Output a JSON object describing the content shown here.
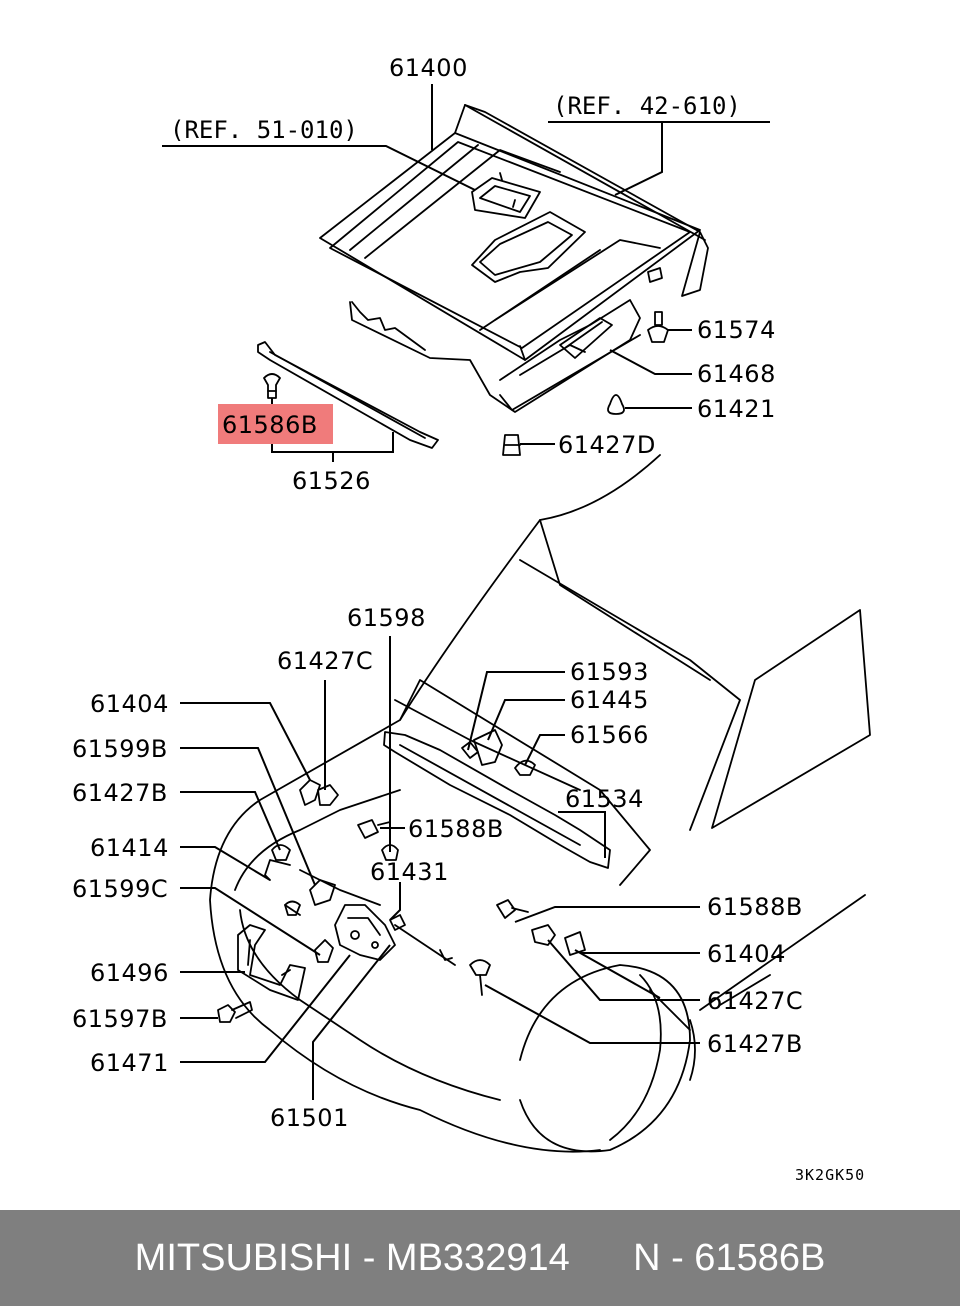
{
  "ref_labels": {
    "ref_51": "(REF. 51-010)",
    "ref_42": "(REF. 42-610)"
  },
  "part_labels": {
    "p61400": "61400",
    "p61574": "61574",
    "p61468": "61468",
    "p61421": "61421",
    "p61427D": "61427D",
    "p61586B": "61586B",
    "p61526": "61526",
    "p61598": "61598",
    "p61427C_a": "61427C",
    "p61593": "61593",
    "p61445": "61445",
    "p61404_a": "61404",
    "p61566": "61566",
    "p61599B": "61599B",
    "p61427B_a": "61427B",
    "p61534": "61534",
    "p61588B_a": "61588B",
    "p61414": "61414",
    "p61431": "61431",
    "p61599C": "61599C",
    "p61588B_b": "61588B",
    "p61496": "61496",
    "p61404_b": "61404",
    "p61597B": "61597B",
    "p61427C_b": "61427C",
    "p61471": "61471",
    "p61427B_b": "61427B",
    "p61501": "61501"
  },
  "highlight": {
    "part": "61586B",
    "color": "#f07b7b"
  },
  "diagram_code": "3K2GK50",
  "footer": {
    "brand": "MITSUBISHI",
    "part_number": "MB332914",
    "ref": "N - 61586B",
    "separator": " - ",
    "background": "#7f7f7f"
  }
}
